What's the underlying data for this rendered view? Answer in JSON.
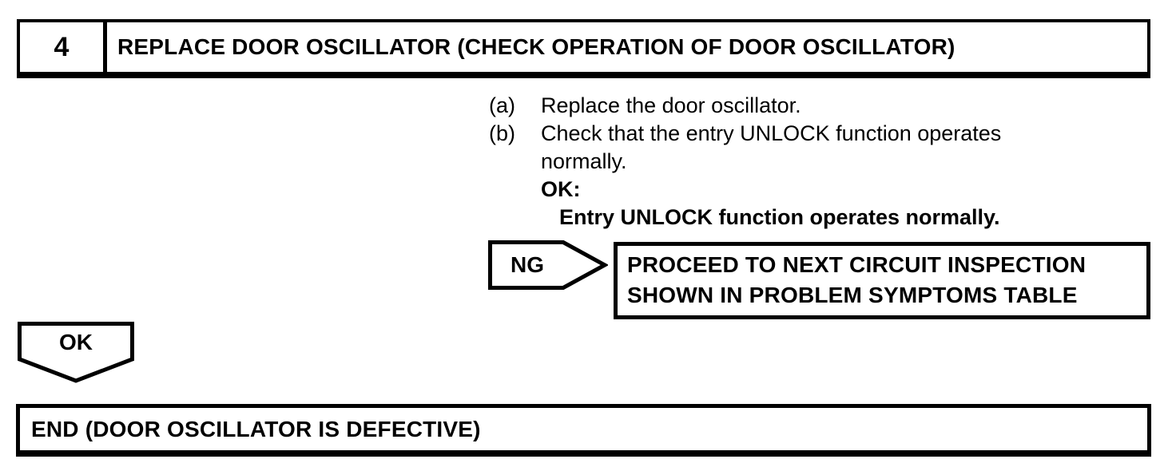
{
  "colors": {
    "ink": "#000000",
    "paper": "#ffffff"
  },
  "step_header": {
    "number": "4",
    "title": "REPLACE DOOR OSCILLATOR (CHECK OPERATION OF DOOR OSCILLATOR)"
  },
  "instructions": {
    "items": [
      {
        "marker": "(a)",
        "text": "Replace the door oscillator."
      },
      {
        "marker": "(b)",
        "text": "Check that the entry UNLOCK function operates normally."
      }
    ],
    "ok_heading": "OK:",
    "ok_condition": "Entry UNLOCK function operates normally."
  },
  "ng_branch": {
    "label": "NG",
    "action_line1": "PROCEED TO NEXT CIRCUIT INSPECTION",
    "action_line2": "SHOWN IN PROBLEM SYMPTOMS TABLE"
  },
  "ok_branch": {
    "label": "OK"
  },
  "end_box": {
    "text": "END (DOOR OSCILLATOR IS DEFECTIVE)"
  }
}
